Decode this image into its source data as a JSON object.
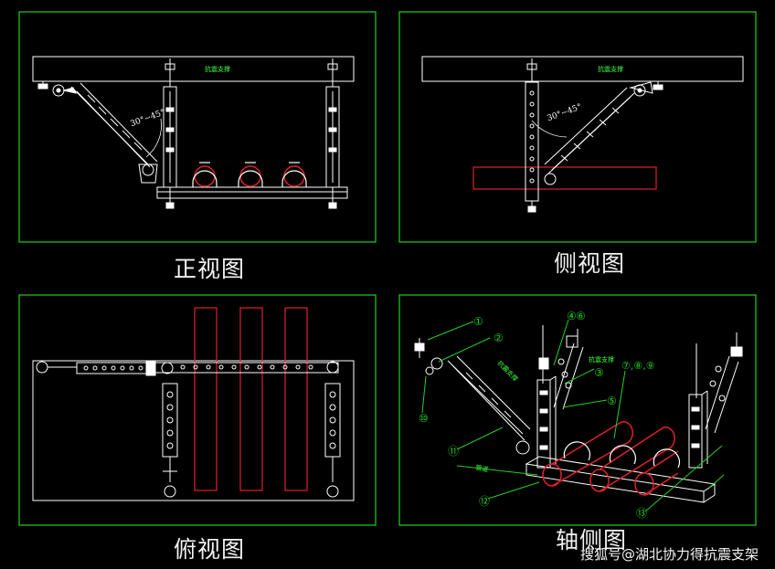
{
  "views": {
    "front": {
      "title": "正视图",
      "label": "抗震支撑",
      "angle": "30°~45°"
    },
    "side": {
      "title": "侧视图",
      "label": "抗震支撑",
      "angle": "30°~45°"
    },
    "top": {
      "title": "俯视图"
    },
    "iso": {
      "title": "轴侧图",
      "brace_label": "抗震支撑",
      "brace_label2": "抗震支撑",
      "pipe_label": "管道",
      "callouts": [
        "①",
        "②",
        "③",
        "④",
        "⑤",
        "⑥",
        "⑦,⑧,⑨",
        "⑩",
        "⑪",
        "⑫",
        "⑬"
      ]
    }
  },
  "watermark": "搜狐号@湖北协力得抗震支架",
  "colors": {
    "frame": "#1fd31f",
    "line": "#ffffff",
    "pipe": "#e0202a",
    "label": "#3cff3c"
  }
}
